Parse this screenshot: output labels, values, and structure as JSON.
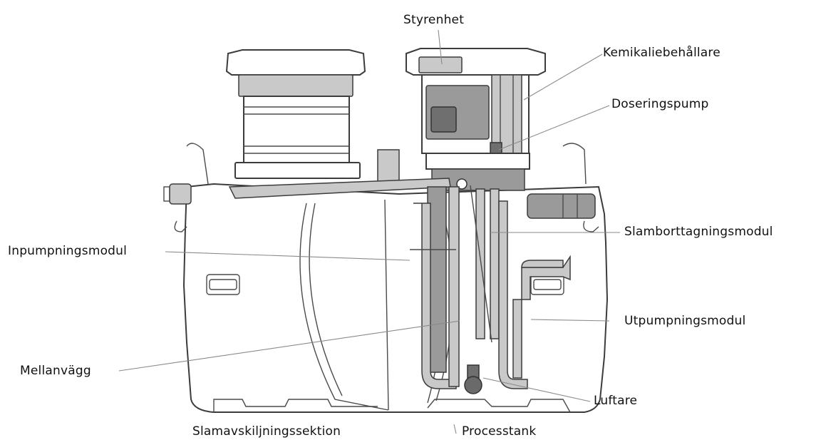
{
  "labels": {
    "styrenhet": "Styrenhet",
    "kemikaliebehallare": "Kemikaliebehållare",
    "doseringspump": "Doseringspump",
    "slamborttagningsmodul": "Slamborttagningsmodul",
    "inpumpningsmodul": "Inpumpningsmodul",
    "utpumpningsmodul": "Utpumpningsmodul",
    "mellanvagg": "Mellanvägg",
    "luftare": "Luftare",
    "slamavskiljningssektion": "Slamavskiljningssektion",
    "processtank": "Processtank"
  }
}
